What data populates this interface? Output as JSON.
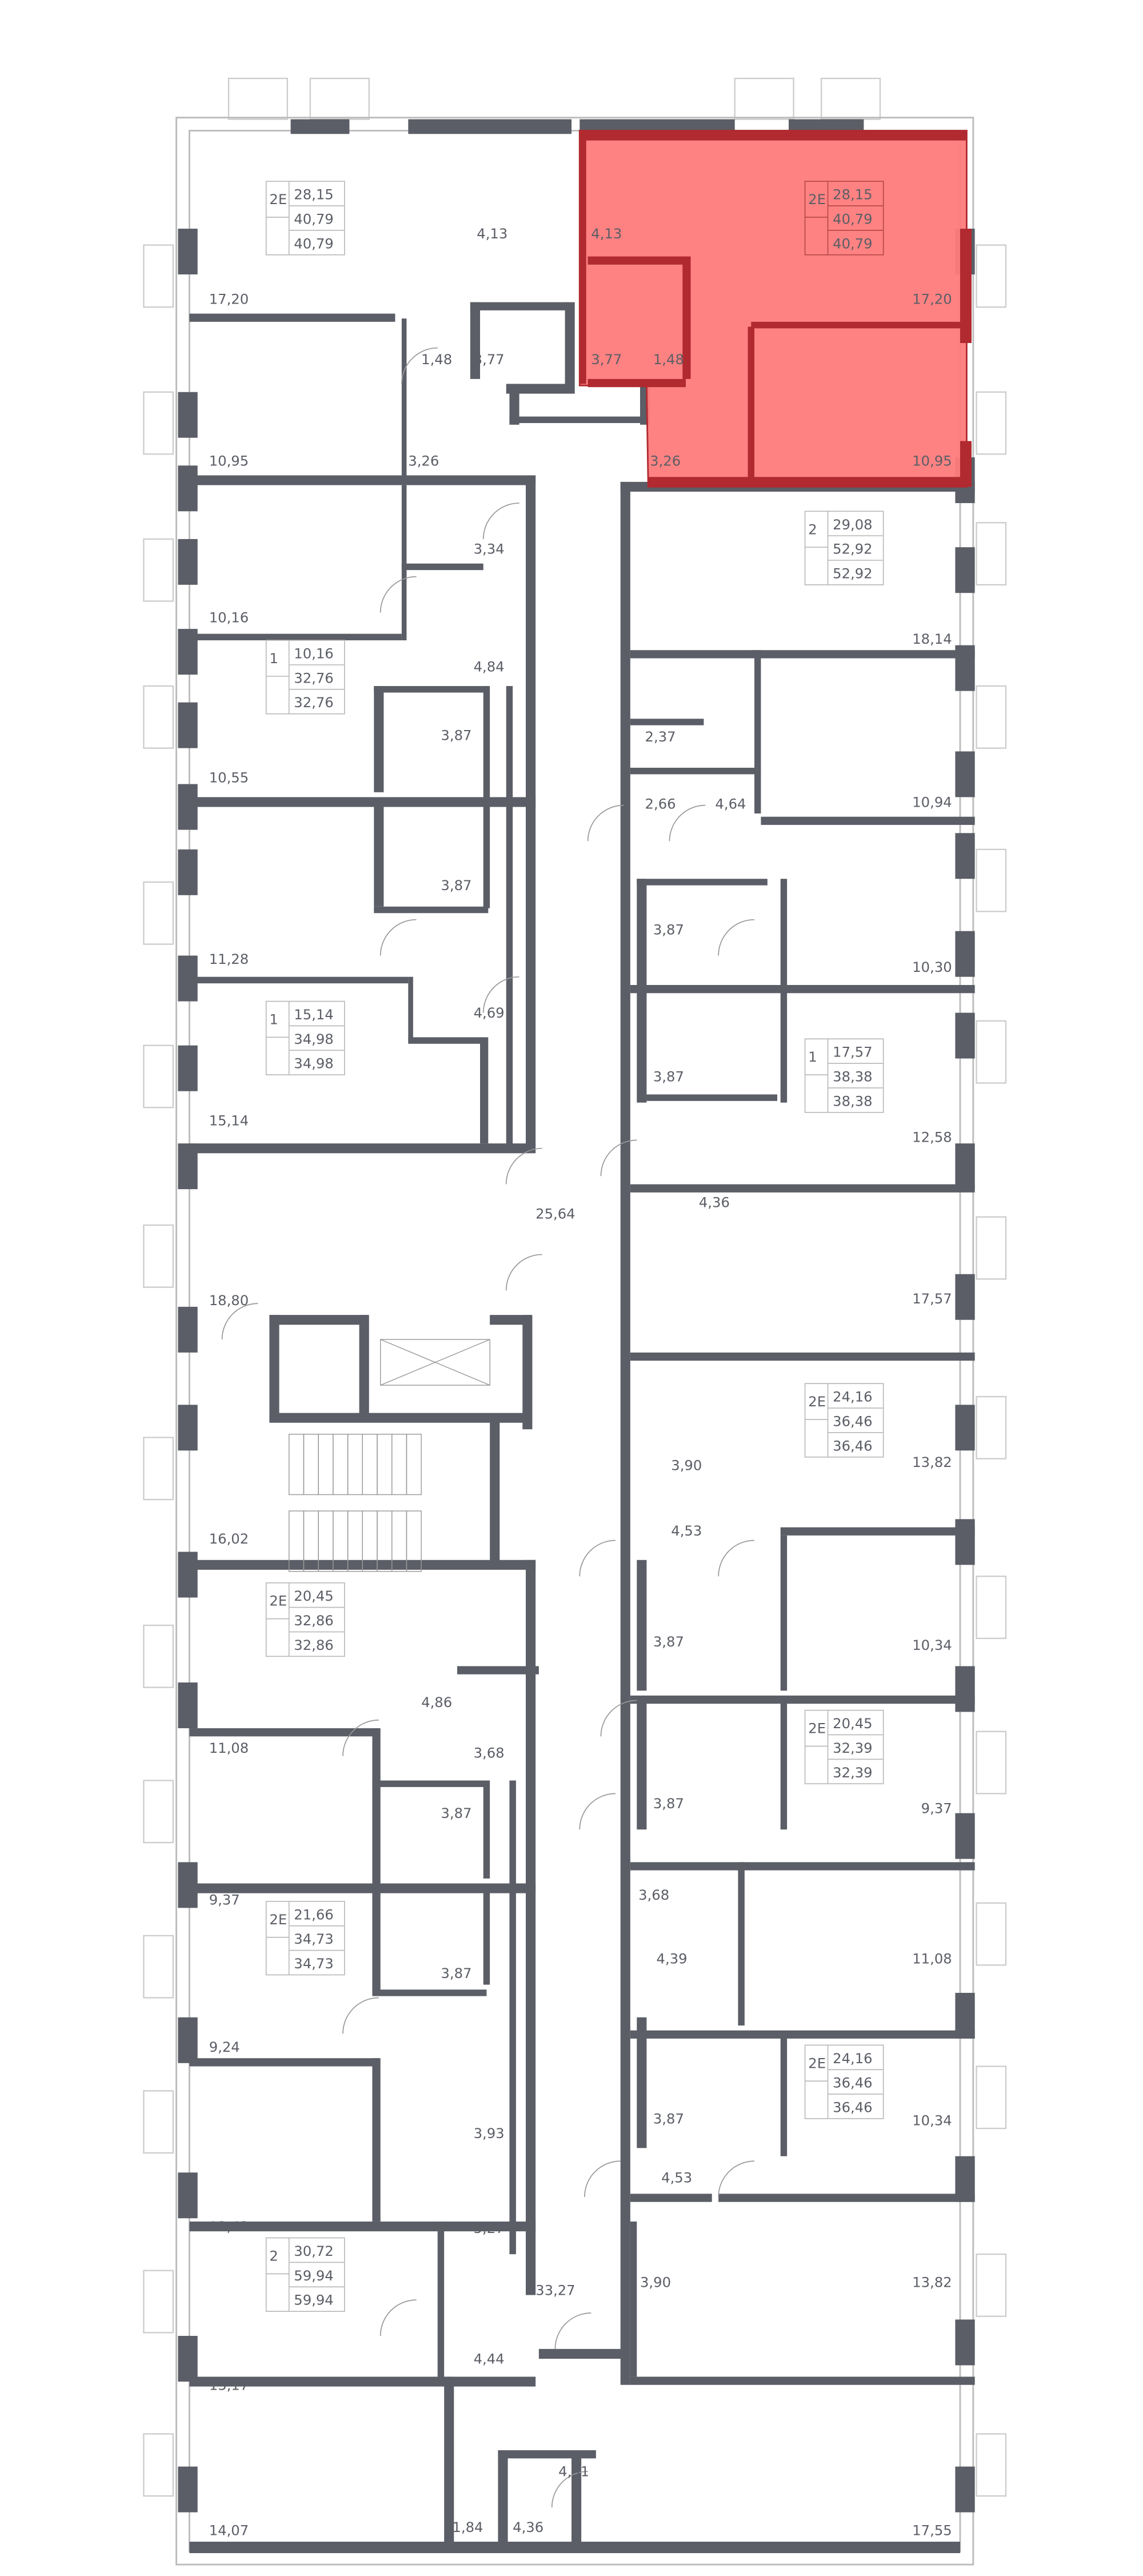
{
  "plan": {
    "highlight_color": "#ff7b7b",
    "wall_color": "#5b5e66",
    "selected_apartment": {
      "type": "2E",
      "living": "28,15",
      "total": "40,79",
      "total_alt": "40,79"
    }
  },
  "apartments": [
    {
      "type": "2E",
      "living": "28,15",
      "total": "40,79",
      "total_alt": "40,79"
    },
    {
      "type": "2E",
      "living": "28,15",
      "total": "40,79",
      "total_alt": "40,79"
    },
    {
      "type": "1",
      "living": "10,16",
      "total": "32,76",
      "total_alt": "32,76"
    },
    {
      "type": "1",
      "living": "15,14",
      "total": "34,98",
      "total_alt": "34,98"
    },
    {
      "type": "2E",
      "living": "20,45",
      "total": "32,86",
      "total_alt": "32,86"
    },
    {
      "type": "2E",
      "living": "21,66",
      "total": "34,73",
      "total_alt": "34,73"
    },
    {
      "type": "2",
      "living": "30,72",
      "total": "59,94",
      "total_alt": "59,94"
    },
    {
      "type": "2",
      "living": "29,08",
      "total": "52,92",
      "total_alt": "52,92"
    },
    {
      "type": "1",
      "living": "17,57",
      "total": "38,38",
      "total_alt": "38,38"
    },
    {
      "type": "2E",
      "living": "24,16",
      "total": "36,46",
      "total_alt": "36,46"
    },
    {
      "type": "2E",
      "living": "20,45",
      "total": "32,39",
      "total_alt": "32,39"
    },
    {
      "type": "2E",
      "living": "24,16",
      "total": "36,46",
      "total_alt": "36,46"
    }
  ],
  "room_areas": [
    "17,20",
    "4,13",
    "1,48",
    "3,77",
    "10,95",
    "3,26",
    "4,13",
    "17,20",
    "3,77",
    "1,48",
    "3,26",
    "10,95",
    "10,16",
    "3,34",
    "4,84",
    "3,87",
    "10,55",
    "11,28",
    "3,87",
    "4,69",
    "15,14",
    "25,64",
    "18,80",
    "16,02",
    "11,08",
    "4,86",
    "3,68",
    "3,87",
    "9,37",
    "9,24",
    "3,87",
    "3,93",
    "5,27",
    "12,42",
    "33,27",
    "4,44",
    "13,17",
    "4,51",
    "1,84",
    "4,36",
    "14,07",
    "18,14",
    "2,37",
    "2,66",
    "4,64",
    "10,94",
    "3,87",
    "10,30",
    "3,87",
    "12,58",
    "4,36",
    "17,57",
    "3,90",
    "4,53",
    "13,82",
    "3,87",
    "10,34",
    "3,87",
    "9,37",
    "3,68",
    "4,39",
    "11,08",
    "3,87",
    "10,34",
    "4,53",
    "13,82",
    "3,90",
    "17,55"
  ]
}
